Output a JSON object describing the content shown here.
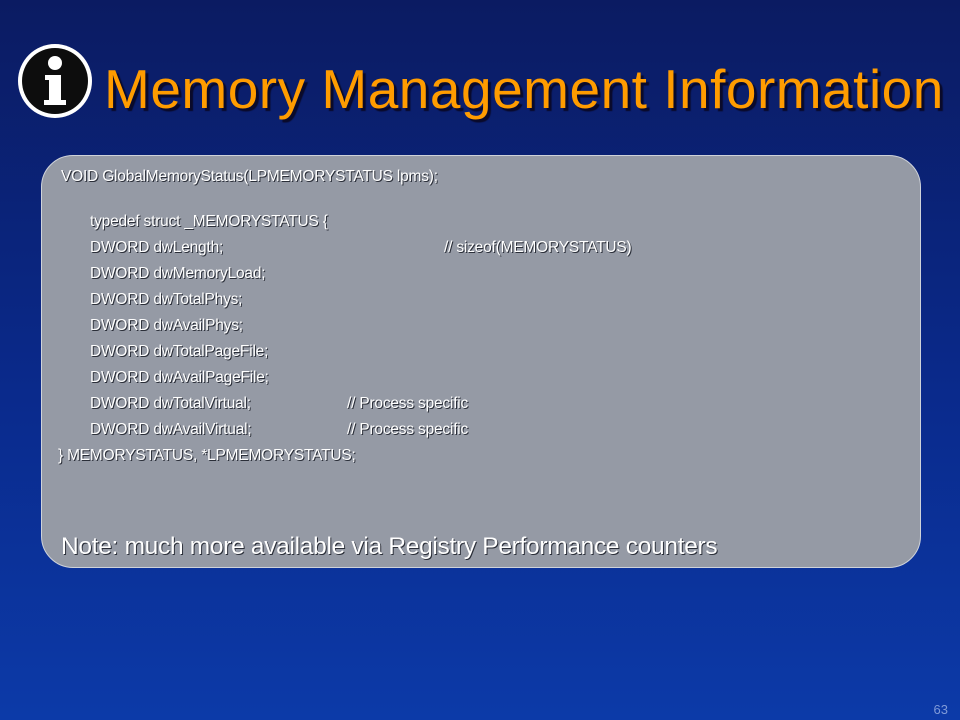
{
  "slide": {
    "title": "Memory Management Information",
    "icon": "info-icon",
    "page_number": "63"
  },
  "code": {
    "lines": [
      {
        "text": "VOID GlobalMemoryStatus(LPMEMORYSTATUS lpms);",
        "comment": ""
      },
      {
        "text": "typedef struct _MEMORYSTATUS {",
        "comment": ""
      },
      {
        "text": "DWORD dwLength;",
        "comment": "// sizeof(MEMORYSTATUS)"
      },
      {
        "text": "DWORD dwMemoryLoad;",
        "comment": ""
      },
      {
        "text": "DWORD dwTotalPhys;",
        "comment": ""
      },
      {
        "text": "DWORD dwAvailPhys;",
        "comment": ""
      },
      {
        "text": "DWORD dwTotalPageFile;",
        "comment": ""
      },
      {
        "text": "DWORD dwAvailPageFile;",
        "comment": ""
      },
      {
        "text": "DWORD dwTotalVirtual;",
        "comment": "// Process specific"
      },
      {
        "text": "DWORD dwAvailVirtual;",
        "comment": "// Process specific"
      },
      {
        "text": "} MEMORYSTATUS, *LPMEMORYSTATUS;",
        "comment": ""
      }
    ]
  },
  "note": "Note: much more available via Registry Performance counters",
  "colors": {
    "background": "#0a2a8c",
    "title": "#ff9c00",
    "panel": "#959aa5",
    "text": "#ffffff"
  }
}
